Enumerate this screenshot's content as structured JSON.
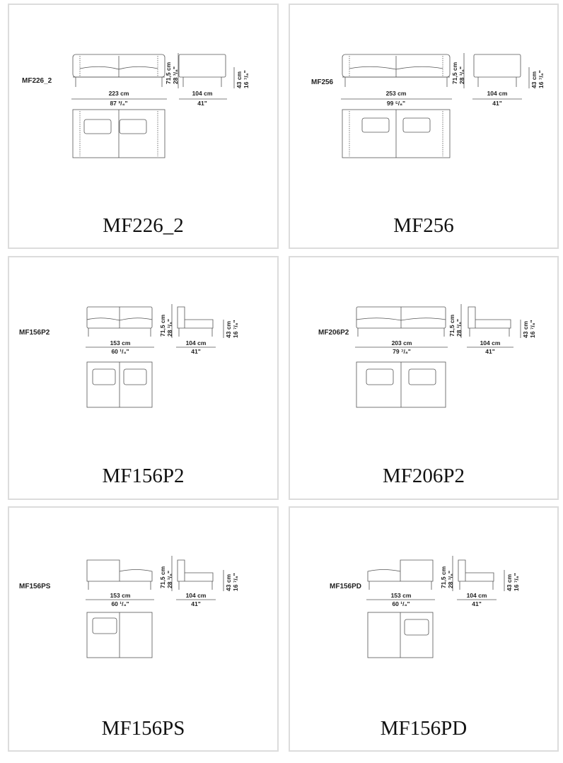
{
  "panels": [
    {
      "code": "MF226_2",
      "title": "MF226_2",
      "variant": "sofa-2-wide",
      "width_cm": "223 cm",
      "width_in": "87 ³/₄\"",
      "height_cm": "71,5 cm",
      "height_in": "28 ¹/₈\"",
      "depth_cm": "104 cm",
      "depth_in": "41\"",
      "seat_cm": "43 cm",
      "seat_in": "16 ⁷/₈\""
    },
    {
      "code": "MF256",
      "title": "MF256",
      "variant": "sofa-2-wide",
      "width_cm": "253 cm",
      "width_in": "99 ⁵/₈\"",
      "height_cm": "71,5 cm",
      "height_in": "28 ¹/₈\"",
      "depth_cm": "104 cm",
      "depth_in": "41\"",
      "seat_cm": "43 cm",
      "seat_in": "16 ⁷/₈\""
    },
    {
      "code": "MF156P2",
      "title": "MF156P2",
      "variant": "p2",
      "width_cm": "153 cm",
      "width_in": "60 ¹/₄\"",
      "height_cm": "71,5 cm",
      "height_in": "28 ¹/₈\"",
      "depth_cm": "104 cm",
      "depth_in": "41\"",
      "seat_cm": "43 cm",
      "seat_in": "16 ⁷/₈\""
    },
    {
      "code": "MF206P2",
      "title": "MF206P2",
      "variant": "p2",
      "width_cm": "203 cm",
      "width_in": "79 ⁷/₈\"",
      "height_cm": "71,5 cm",
      "height_in": "28 ¹/₈\"",
      "depth_cm": "104 cm",
      "depth_in": "41\"",
      "seat_cm": "43 cm",
      "seat_in": "16 ⁷/₈\""
    },
    {
      "code": "MF156PS",
      "title": "MF156PS",
      "variant": "ps",
      "width_cm": "153 cm",
      "width_in": "60 ¹/₄\"",
      "height_cm": "71,5 cm",
      "height_in": "28 ¹/₈\"",
      "depth_cm": "104 cm",
      "depth_in": "41\"",
      "seat_cm": "43 cm",
      "seat_in": "16 ⁷/₈\""
    },
    {
      "code": "MF156PD",
      "title": "MF156PD",
      "variant": "pd",
      "width_cm": "153 cm",
      "width_in": "60 ¹/₄\"",
      "height_cm": "71,5 cm",
      "height_in": "28 ¹/₈\"",
      "depth_cm": "104 cm",
      "depth_in": "41\"",
      "seat_cm": "43 cm",
      "seat_in": "16 ⁷/₈\""
    }
  ]
}
